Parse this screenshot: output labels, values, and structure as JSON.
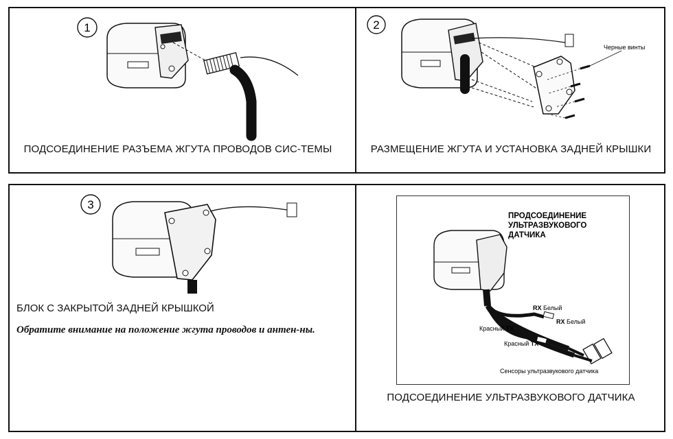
{
  "panels": {
    "step1": {
      "number": "1",
      "caption": "ПОДСОЕДИНЕНИЕ РАЗЪЕМА ЖГУТА ПРОВОДОВ СИС-ТЕМЫ"
    },
    "step2": {
      "number": "2",
      "caption": "РАЗМЕЩЕНИЕ ЖГУТА И УСТАНОВКА ЗАДНЕЙ КРЫШКИ",
      "label_screws": "Черные винты"
    },
    "step3": {
      "number": "3",
      "caption": "БЛОК С ЗАКРЫТОЙ ЗАДНЕЙ КРЫШКОЙ",
      "note": "Обратите внимание на положение жгута проводов и антен-ны."
    },
    "step4": {
      "title_line1": "ПРОДСОЕДИНЕНИЕ",
      "title_line2": "УЛЬТРАЗВУКОВОГО",
      "title_line3": "ДАТЧИКА",
      "rx_white_1_code": "RX",
      "rx_white_1_color": "Белый",
      "rx_white_2_code": "RX",
      "rx_white_2_color": "Белый",
      "tx_red_1_color": "Красный",
      "tx_red_1_code": "TX",
      "tx_red_2_color": "Красный",
      "tx_red_2_code": "TX",
      "sensors_label": "Сенсоры ультразвукового датчика",
      "caption": "ПОДСОЕДИНЕНИЕ УЛЬТРАЗВУКОВОГО ДАТЧИКА"
    }
  }
}
